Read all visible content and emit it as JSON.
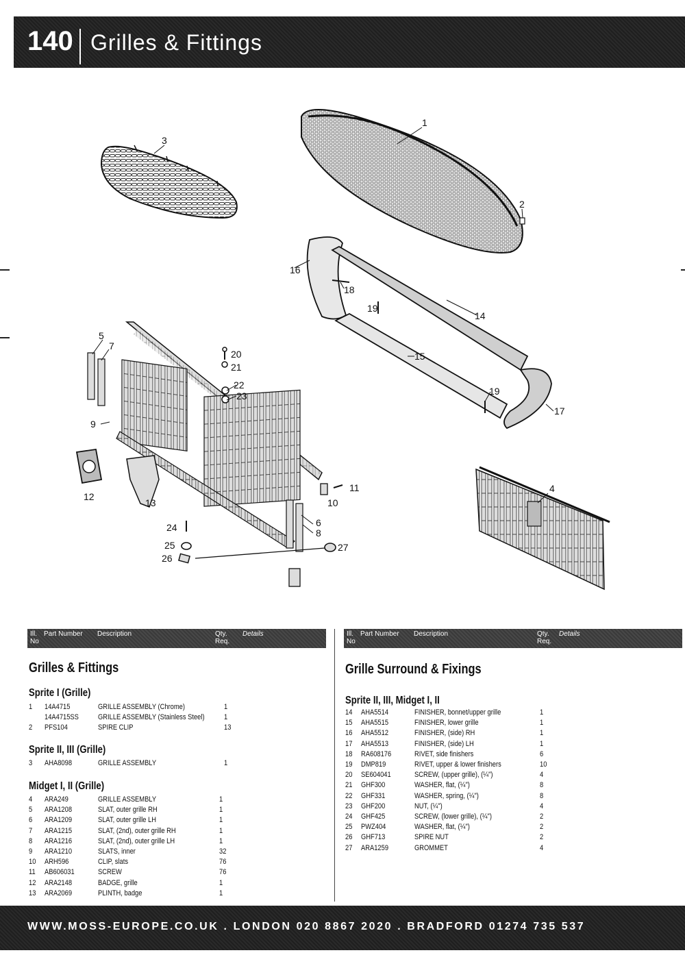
{
  "header": {
    "page_number": "140",
    "title": "Grilles & Fittings"
  },
  "diagram": {
    "callouts": [
      "1",
      "2",
      "3",
      "4",
      "5",
      "6",
      "7",
      "8",
      "9",
      "10",
      "11",
      "12",
      "13",
      "14",
      "15",
      "16",
      "17",
      "18",
      "19",
      "19",
      "20",
      "21",
      "22",
      "23",
      "24",
      "25",
      "26",
      "27"
    ]
  },
  "table_header": {
    "ill_no": "Ill. No",
    "part_number": "Part Number",
    "description": "Description",
    "qty_req": "Qty. Req.",
    "details": "Details"
  },
  "left": {
    "section_title": "Grilles & Fittings",
    "groups": [
      {
        "title": "Sprite I (Grille)",
        "rows": [
          {
            "ill": "1",
            "part": "14A4715",
            "desc": "GRILLE ASSEMBLY (Chrome)",
            "qty": "1"
          },
          {
            "ill": "",
            "part": "14A4715SS",
            "desc": "GRILLE ASSEMBLY (Stainless Steel)",
            "qty": "1"
          },
          {
            "ill": "2",
            "part": "PFS104",
            "desc": "SPIRE CLIP",
            "qty": "13"
          }
        ]
      },
      {
        "title": "Sprite II, III (Grille)",
        "rows": [
          {
            "ill": "3",
            "part": "AHA8098",
            "desc": "GRILLE ASSEMBLY",
            "qty": "1"
          }
        ]
      },
      {
        "title": "Midget I, II (Grille)",
        "rows": [
          {
            "ill": "4",
            "part": "ARA249",
            "desc": "GRILLE ASSEMBLY",
            "qty": "1"
          },
          {
            "ill": "5",
            "part": "ARA1208",
            "desc": "SLAT, outer grille RH",
            "qty": "1"
          },
          {
            "ill": "6",
            "part": "ARA1209",
            "desc": "SLAT, outer grille LH",
            "qty": "1"
          },
          {
            "ill": "7",
            "part": "ARA1215",
            "desc": "SLAT, (2nd), outer grille RH",
            "qty": "1"
          },
          {
            "ill": "8",
            "part": "ARA1216",
            "desc": "SLAT, (2nd), outer grille LH",
            "qty": "1"
          },
          {
            "ill": "9",
            "part": "ARA1210",
            "desc": "SLATS, inner",
            "qty": "32"
          },
          {
            "ill": "10",
            "part": "ARH596",
            "desc": "CLIP, slats",
            "qty": "76"
          },
          {
            "ill": "11",
            "part": "AB606031",
            "desc": "SCREW",
            "qty": "76"
          },
          {
            "ill": "12",
            "part": "ARA2148",
            "desc": "BADGE, grille",
            "qty": "1"
          },
          {
            "ill": "13",
            "part": "ARA2069",
            "desc": "PLINTH, badge",
            "qty": "1"
          }
        ]
      }
    ]
  },
  "right": {
    "section_title": "Grille Surround & Fixings",
    "groups": [
      {
        "title": "Sprite II, III, Midget I, II",
        "rows": [
          {
            "ill": "14",
            "part": "AHA5514",
            "desc": "FINISHER, bonnet/upper grille",
            "qty": "1"
          },
          {
            "ill": "15",
            "part": "AHA5515",
            "desc": "FINISHER, lower grille",
            "qty": "1"
          },
          {
            "ill": "16",
            "part": "AHA5512",
            "desc": "FINISHER, (side) RH",
            "qty": "1"
          },
          {
            "ill": "17",
            "part": "AHA5513",
            "desc": "FINISHER, (side) LH",
            "qty": "1"
          },
          {
            "ill": "18",
            "part": "RA608176",
            "desc": "RIVET, side finishers",
            "qty": "6"
          },
          {
            "ill": "19",
            "part": "DMP819",
            "desc": "RIVET, upper & lower finishers",
            "qty": "10"
          },
          {
            "ill": "20",
            "part": "SE604041",
            "desc": "SCREW, (upper grille), (¼\")",
            "qty": "4"
          },
          {
            "ill": "21",
            "part": "GHF300",
            "desc": "WASHER, flat, (¼\")",
            "qty": "8"
          },
          {
            "ill": "22",
            "part": "GHF331",
            "desc": "WASHER, spring, (¼\")",
            "qty": "8"
          },
          {
            "ill": "23",
            "part": "GHF200",
            "desc": "NUT, (¼\")",
            "qty": "4"
          },
          {
            "ill": "24",
            "part": "GHF425",
            "desc": "SCREW, (lower grille), (¼\")",
            "qty": "2"
          },
          {
            "ill": "25",
            "part": "PWZ404",
            "desc": "WASHER, flat, (¼\")",
            "qty": "2"
          },
          {
            "ill": "26",
            "part": "GHF713",
            "desc": "SPIRE NUT",
            "qty": "2"
          },
          {
            "ill": "27",
            "part": "ARA1259",
            "desc": "GROMMET",
            "qty": "4"
          }
        ]
      }
    ]
  },
  "footer": {
    "text": "WWW.MOSS-EUROPE.CO.UK . LONDON 020 8867 2020 . BRADFORD 01274 735 537"
  }
}
